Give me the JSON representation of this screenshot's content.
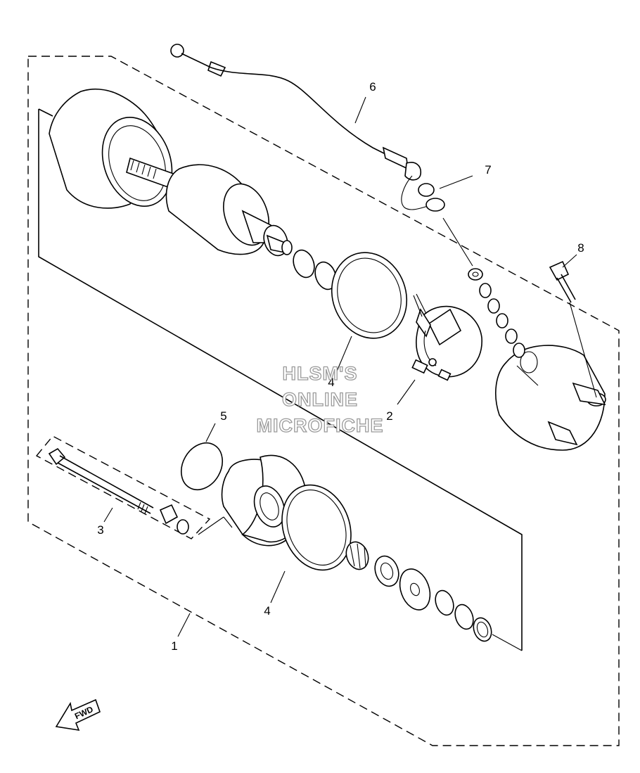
{
  "callouts": [
    {
      "id": "1",
      "text": "1"
    },
    {
      "id": "2",
      "text": "2"
    },
    {
      "id": "3",
      "text": "3"
    },
    {
      "id": "4a",
      "text": "4"
    },
    {
      "id": "4b",
      "text": "4"
    },
    {
      "id": "5",
      "text": "5"
    },
    {
      "id": "6",
      "text": "6"
    },
    {
      "id": "7",
      "text": "7"
    },
    {
      "id": "8",
      "text": "8"
    }
  ],
  "watermark": [
    "HLSM'S",
    "ONLINE",
    "MICROFICHE"
  ],
  "fwd_label": "FWD"
}
